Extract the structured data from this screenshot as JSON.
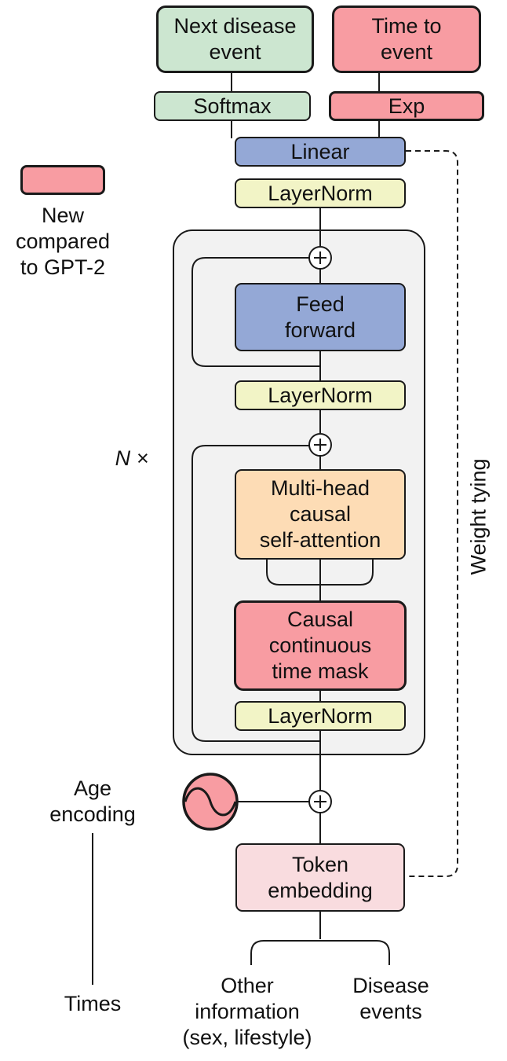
{
  "outputs": {
    "next_disease_event": "Next disease\nevent",
    "time_to_event": "Time to\nevent"
  },
  "heads": {
    "softmax": "Softmax",
    "exp": "Exp",
    "linear": "Linear",
    "final_layernorm": "LayerNorm"
  },
  "block": {
    "repeat_label": "N ×",
    "feed_forward": "Feed\nforward",
    "layernorm_upper": "LayerNorm",
    "attention": "Multi-head\ncausal\nself-attention",
    "time_mask": "Causal\ncontinuous\ntime mask",
    "layernorm_lower": "LayerNorm"
  },
  "inputs": {
    "age_encoding": "Age\nencoding",
    "times": "Times",
    "token_embedding": "Token\nembedding",
    "other_information": "Other\ninformation\n(sex, lifestyle)",
    "disease_events": "Disease\nevents"
  },
  "legend": {
    "label": "New\ncompared\nto GPT-2",
    "color": "#f89ca2"
  },
  "side_label": "Weight tying",
  "colors": {
    "green": "#cce6d0",
    "red": "#f89ca2",
    "blue": "#94a8d6",
    "yellow": "#f2f4c6",
    "orange": "#fddcb5",
    "pink": "#f9dcdf",
    "block_background": "#f2f2f2"
  }
}
